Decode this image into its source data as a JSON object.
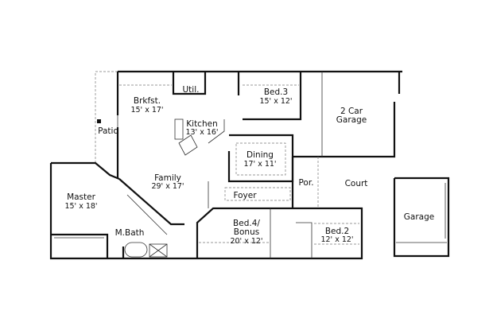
{
  "rooms": {
    "util": {
      "name": "Util."
    },
    "bed3": {
      "name": "Bed.3",
      "size": "15' x 12'"
    },
    "brkfst": {
      "name": "Brkfst.",
      "size": "15' x 17'"
    },
    "garage2car": {
      "name_line1": "2 Car",
      "name_line2": "Garage"
    },
    "patio": {
      "name": "Patio"
    },
    "kitchen": {
      "name": "Kitchen",
      "size": "13' x 16'"
    },
    "dining": {
      "name": "Dining",
      "size": "17' x 11'"
    },
    "family": {
      "name": "Family",
      "size": "29' x 17'"
    },
    "master": {
      "name": "Master",
      "size": "15' x 18'"
    },
    "foyer": {
      "name": "Foyer"
    },
    "porch": {
      "name": "Por."
    },
    "court": {
      "name": "Court"
    },
    "garage": {
      "name": "Garage"
    },
    "bed4": {
      "name_line1": "Bed.4/",
      "name_line2": "Bonus",
      "size": "20' x 12'"
    },
    "bed2": {
      "name": "Bed.2",
      "size": "12' x 12'"
    },
    "mbath": {
      "name": "M.Bath"
    }
  }
}
